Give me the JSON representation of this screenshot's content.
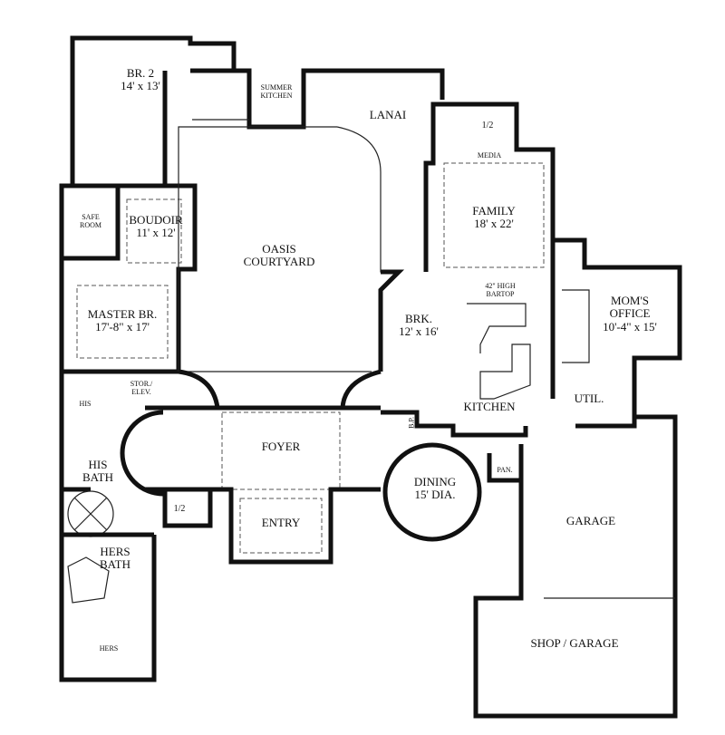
{
  "rooms": {
    "br2": {
      "name": "BR. 2",
      "size": "14' x 13'"
    },
    "summer_kitchen": {
      "name": "SUMMER KITCHEN"
    },
    "lanai": {
      "name": "LANAI"
    },
    "half_bath_top": {
      "name": "1/2"
    },
    "media": {
      "name": "MEDIA"
    },
    "family": {
      "name": "FAMILY",
      "size": "18' x 22'"
    },
    "safe_room": {
      "name": "SAFE ROOM"
    },
    "boudoir": {
      "name": "BOUDOIR",
      "size": "11' x 12'"
    },
    "courtyard": {
      "name": "OASIS COURTYARD"
    },
    "master": {
      "name": "MASTER BR.",
      "size": "17'-8\" x 17'"
    },
    "bartop": {
      "name": "42\" HIGH BARTOP"
    },
    "brk": {
      "name": "BRK.",
      "size": "12' x 16'"
    },
    "office": {
      "name": "MOM'S OFFICE",
      "size": "10'-4\" x 15'"
    },
    "his": {
      "name": "HIS"
    },
    "stor": {
      "name": "STOR./ ELEV."
    },
    "kitchen": {
      "name": "KITCHEN"
    },
    "util": {
      "name": "UTIL."
    },
    "bp": {
      "name": "B.P."
    },
    "foyer": {
      "name": "FOYER"
    },
    "his_bath": {
      "name": "HIS BATH"
    },
    "dining": {
      "name": "DINING",
      "size": "15' DIA."
    },
    "pan": {
      "name": "PAN."
    },
    "garage": {
      "name": "GARAGE"
    },
    "half_bath": {
      "name": "1/2"
    },
    "entry": {
      "name": "ENTRY"
    },
    "hers_bath": {
      "name": "HERS BATH"
    },
    "hers": {
      "name": "HERS"
    },
    "shop": {
      "name": "SHOP / GARAGE"
    }
  }
}
